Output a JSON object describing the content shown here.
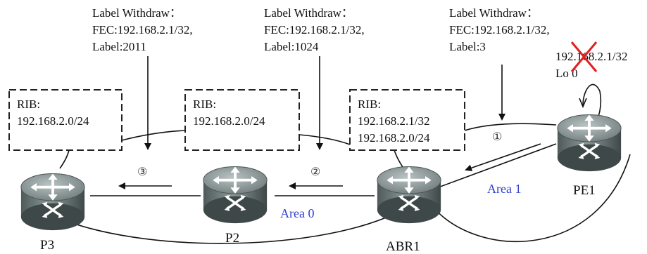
{
  "annotations": [
    {
      "line1": "Label Withdraw：",
      "line2": "FEC:192.168.2.1/32,",
      "line3": "Label:2011"
    },
    {
      "line1": "Label Withdraw：",
      "line2": "FEC:192.168.2.1/32,",
      "line3": "Label:1024"
    },
    {
      "line1": "Label Withdraw：",
      "line2": "FEC:192.168.2.1/32,",
      "line3": "Label:3"
    }
  ],
  "rib_boxes": [
    {
      "title": "RIB:",
      "routes": [
        "192.168.2.0/24"
      ]
    },
    {
      "title": "RIB:",
      "routes": [
        "192.168.2.0/24"
      ]
    },
    {
      "title": "RIB:",
      "routes": [
        "192.168.2.1/32",
        "192.168.2.0/24"
      ]
    }
  ],
  "loopback": {
    "address": "192.168.2.1/32",
    "interface": "Lo 0"
  },
  "steps": [
    "③",
    "②",
    "①"
  ],
  "areas": [
    "Area 0",
    "Area 1"
  ],
  "routers": [
    {
      "name": "P3",
      "icon": "router-icon"
    },
    {
      "name": "P2",
      "icon": "router-icon"
    },
    {
      "name": "ABR1",
      "icon": "router-icon"
    },
    {
      "name": "PE1",
      "icon": "router-icon"
    }
  ],
  "colors": {
    "area_text": "#2f3fd0",
    "router_body": "#6f7b7b",
    "withdrawn_mark": "#e02020"
  }
}
